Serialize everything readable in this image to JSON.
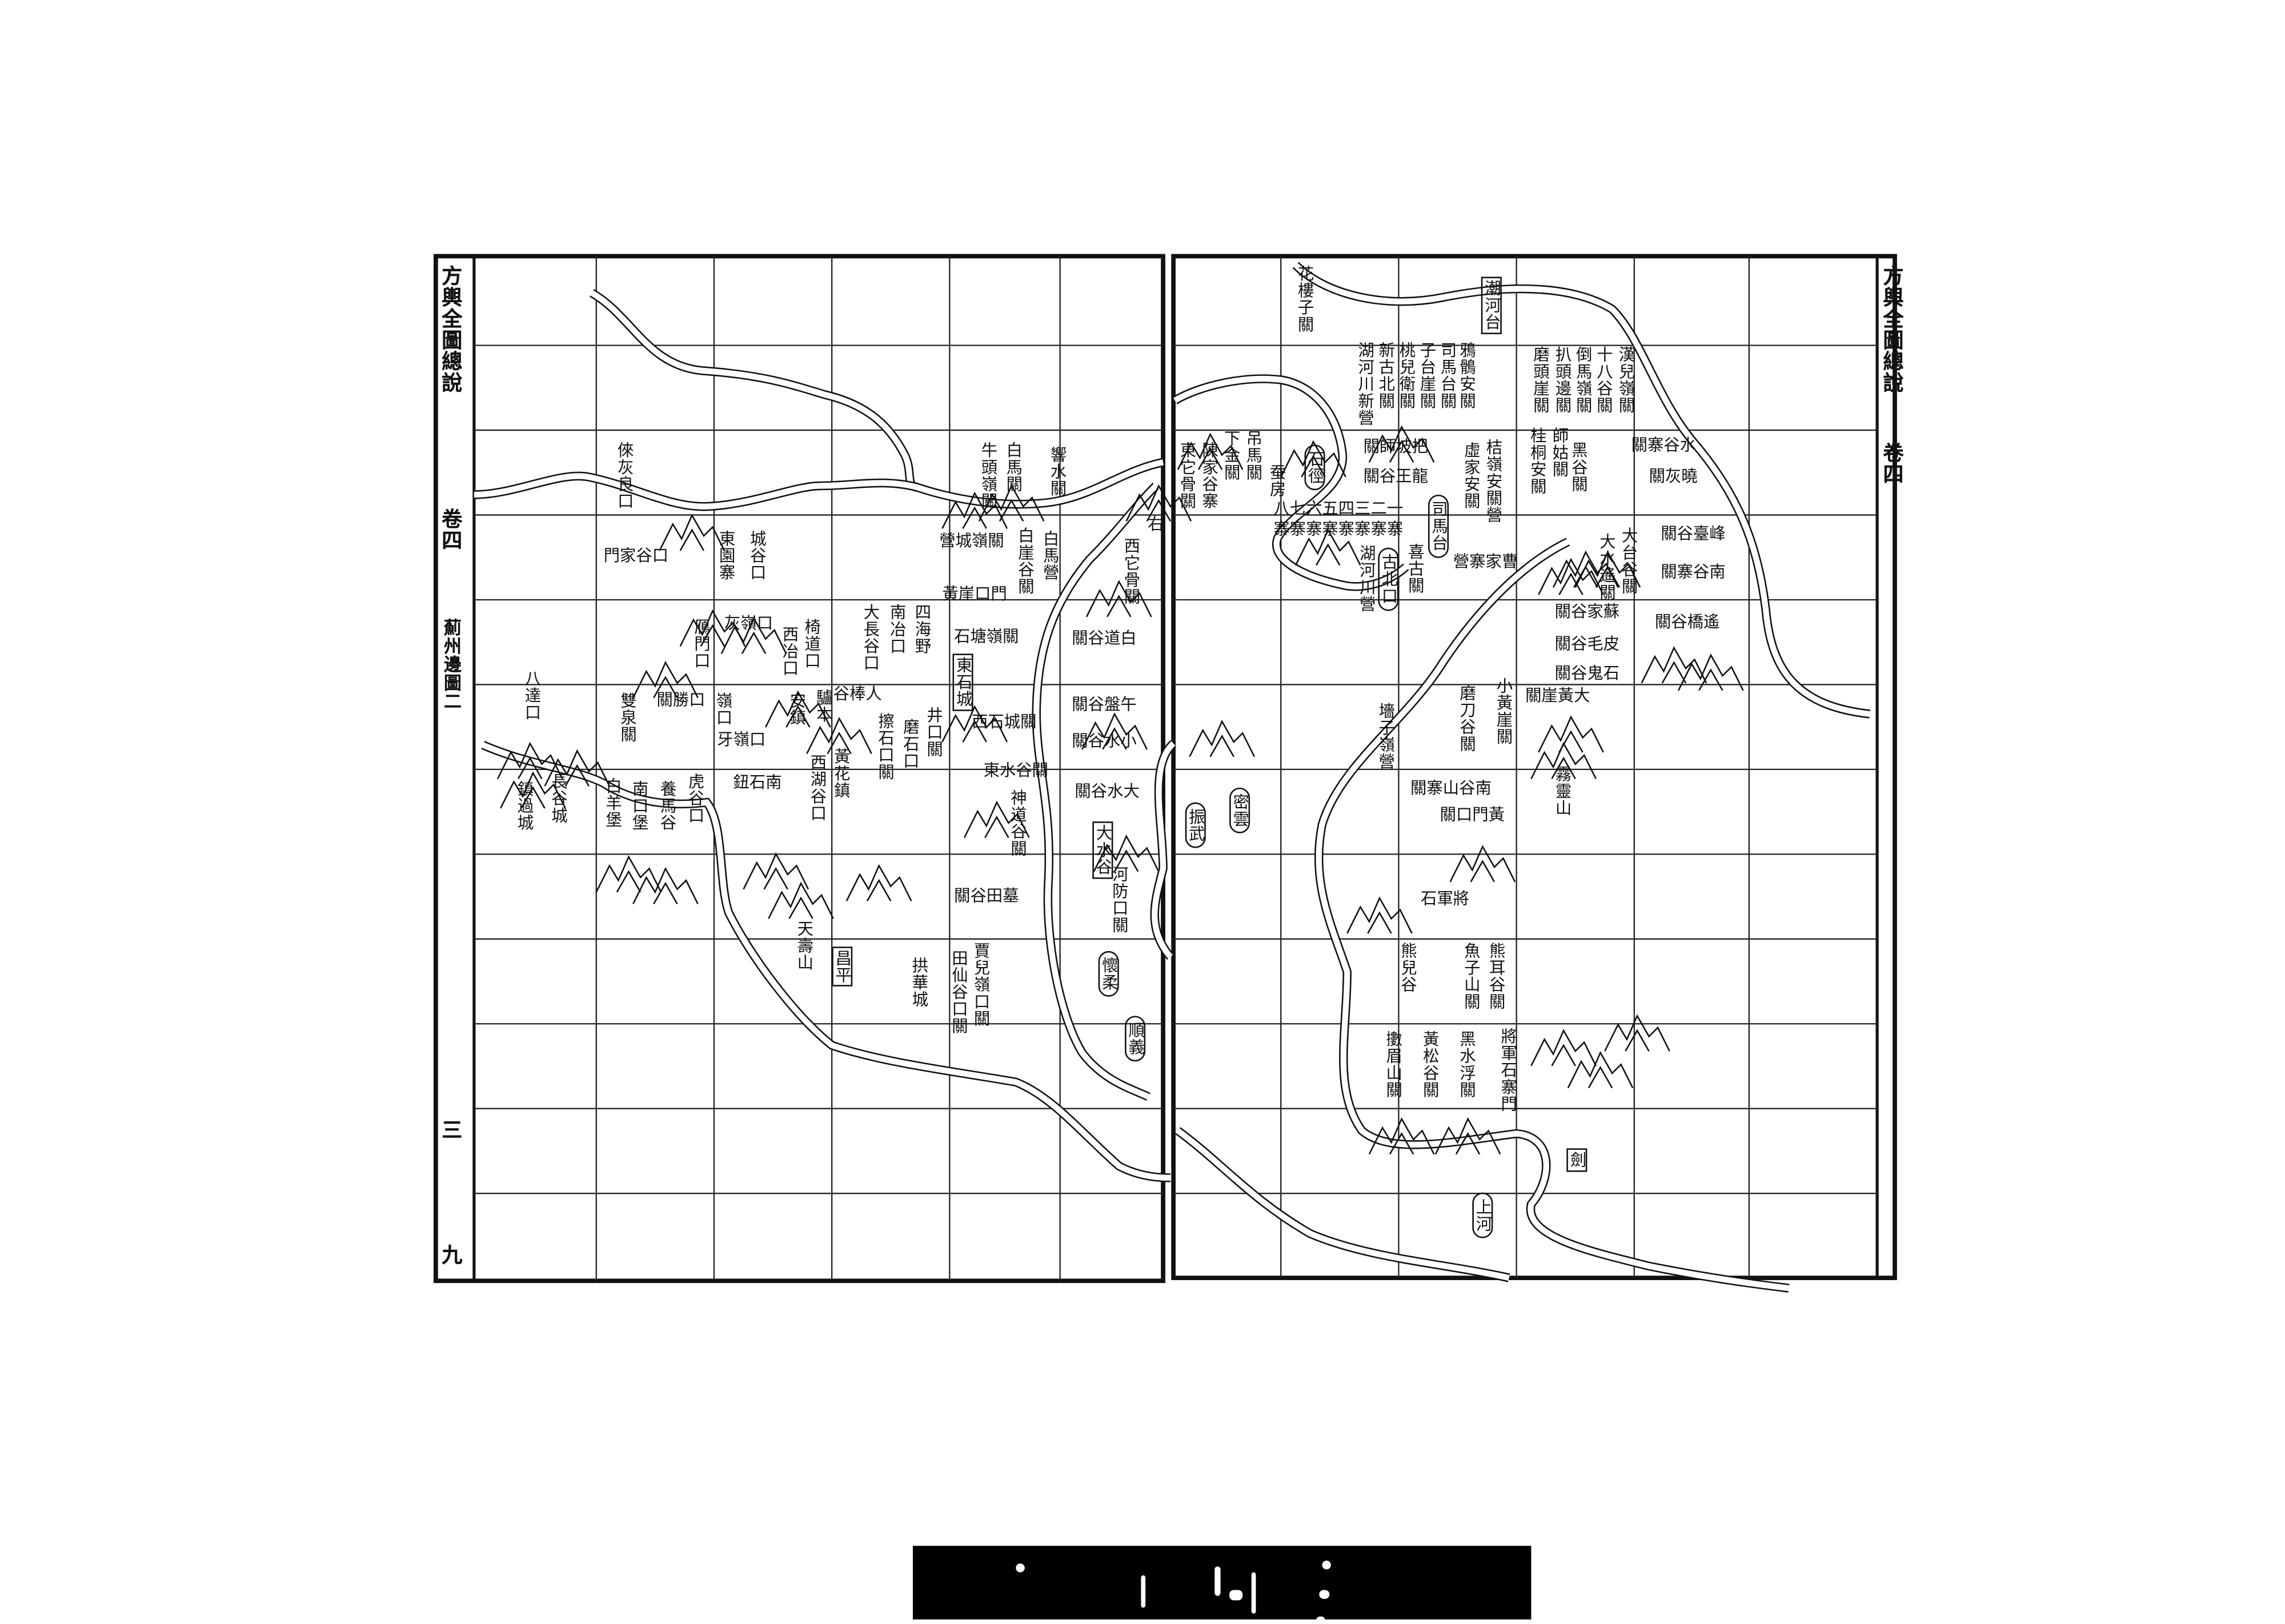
{
  "page": {
    "left_margin": {
      "book_title": "方輿全圖總說",
      "volume": "卷四",
      "map_title": "薊州邊圖二",
      "page_mark_1": "三",
      "page_mark_2": "九"
    },
    "right_margin": {
      "book_title": "方輿全圖總說",
      "volume": "卷四"
    }
  },
  "labels": [
    "倈灰良口",
    "口谷家門",
    "城谷口",
    "東園寨",
    "鴈門口",
    "灰嶺口",
    "椅道口",
    "西冶口",
    "四海野",
    "南冶口",
    "大長谷口",
    "石塘嶺關",
    "東石城",
    "白道谷關",
    "響水關",
    "白馬關",
    "牛頭嶺關",
    "白崖谷關",
    "白馬營",
    "營城嶺關",
    "黃崖口門",
    "右",
    "西它骨關",
    "八達口",
    "雙泉關",
    "口勝關",
    "嶺口",
    "牙嶺口",
    "安鎮",
    "驢本",
    "人棒谷",
    "擦石口關",
    "磨石口",
    "井口關",
    "西石城關",
    "午盤谷關",
    "小水谷關",
    "東水谷關",
    "神道谷關",
    "大水谷關",
    "大水谷",
    "黃花鎮",
    "西湖谷口",
    "南石鈕",
    "長谷城",
    "鎮過城",
    "白羊堡",
    "南口堡",
    "養馬谷",
    "虎谷口",
    "河防口關",
    "墓田谷關",
    "天壽山",
    "昌平",
    "拱華城",
    "賈兒嶺口關",
    "田仙谷口關",
    "懷柔",
    "順義",
    "花樓子關",
    "潮河台",
    "鴉鶻安關",
    "司馬台關",
    "子台崖關",
    "桃兒衛關",
    "新古北關",
    "湖河川新營",
    "漢兒嶺關",
    "十八谷關",
    "倒馬嶺關",
    "扒頭邊關",
    "磨頭崖關",
    "吊馬關",
    "下金關",
    "陳家谷寨",
    "蚕房",
    "石徑",
    "把坡師關",
    "龍王谷關",
    "虛家安關",
    "桔嶺安關營",
    "曹家寨營",
    "一二三四五六七八",
    "寨寨寨寨寨寨寨寨",
    "湖河川營",
    "古北口",
    "喜古關",
    "司馬台",
    "桂桐安關",
    "師姑關",
    "黑谷關",
    "水谷寨關",
    "曉灰關",
    "大台谷關",
    "大水遙關",
    "峰臺谷關",
    "南谷寨關",
    "蘇家谷關",
    "皮毛谷關",
    "石鬼谷關",
    "遙橋谷關",
    "大黃崖關",
    "東它骨關",
    "小黃崖關",
    "磨刀谷關",
    "墻子嶺營",
    "南谷山寨關",
    "黃門口關",
    "霧靈山",
    "將軍石",
    "熊耳谷關",
    "魚子山關",
    "熊兒谷",
    "將軍石寨門",
    "黑水浮關",
    "黃松谷關",
    "擻眉山關",
    "密雲",
    "振武",
    "劍",
    "上河"
  ],
  "colors": {
    "ink": "#111111",
    "paper": "#ffffff"
  }
}
